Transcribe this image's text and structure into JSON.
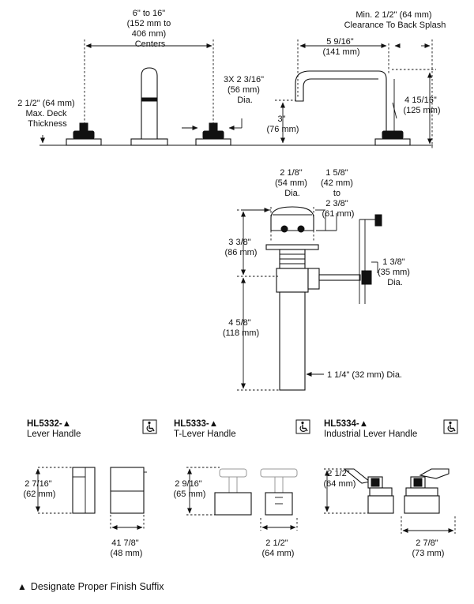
{
  "top_view": {
    "centers": [
      "6\" to 16\"",
      "(152 mm to",
      "406 mm)",
      "Centers"
    ],
    "clearance": [
      "Min. 2 1/2\" (64 mm)",
      "Clearance To Back Splash"
    ],
    "reach": [
      "5 9/16\"",
      "(141 mm)"
    ],
    "deck": [
      "2 1/2\" (64 mm)",
      "Max. Deck",
      "Thickness"
    ],
    "holes": [
      "3X 2 3/16\"",
      "(56 mm)",
      "Dia."
    ],
    "spout_height": [
      "4 15/16\"",
      "(125 mm)"
    ],
    "spout_under": [
      "3\"",
      "(76 mm)"
    ]
  },
  "drain_view": {
    "flange": [
      "2 1/8\"",
      "(54 mm)",
      "Dia."
    ],
    "range": [
      "1 5/8\"",
      "(42 mm)",
      "to",
      "2 3/8\"",
      "(61 mm)"
    ],
    "body_height": [
      "3 3/8\"",
      "(86 mm)"
    ],
    "lift_rod": [
      "1 3/8\"",
      "(35 mm)",
      "Dia."
    ],
    "tail_length": [
      "4 5/8\"",
      "(118 mm)"
    ],
    "tailpiece": "1 1/4\" (32 mm) Dia."
  },
  "handles": [
    {
      "model": "HL5332-▲",
      "name": "Lever Handle",
      "height": [
        "2 7/16\"",
        "(62 mm)"
      ],
      "width": [
        "41 7/8\"",
        "(48 mm)"
      ]
    },
    {
      "model": "HL5333-▲",
      "name": "T-Lever Handle",
      "height": [
        "2 9/16\"",
        "(65 mm)"
      ],
      "width": [
        "2 1/2\"",
        "(64 mm)"
      ]
    },
    {
      "model": "HL5334-▲",
      "name": "Industrial Lever Handle",
      "height": [
        "2 1/2\"",
        "(64 mm)"
      ],
      "width": [
        "2 7/8\"",
        "(73 mm)"
      ]
    }
  ],
  "icons": {
    "accessibility": "wheelchair-accessible-icon",
    "triangle": "triangle-icon"
  },
  "footer": {
    "triangle": "▲",
    "note": "Designate Proper Finish Suffix"
  }
}
